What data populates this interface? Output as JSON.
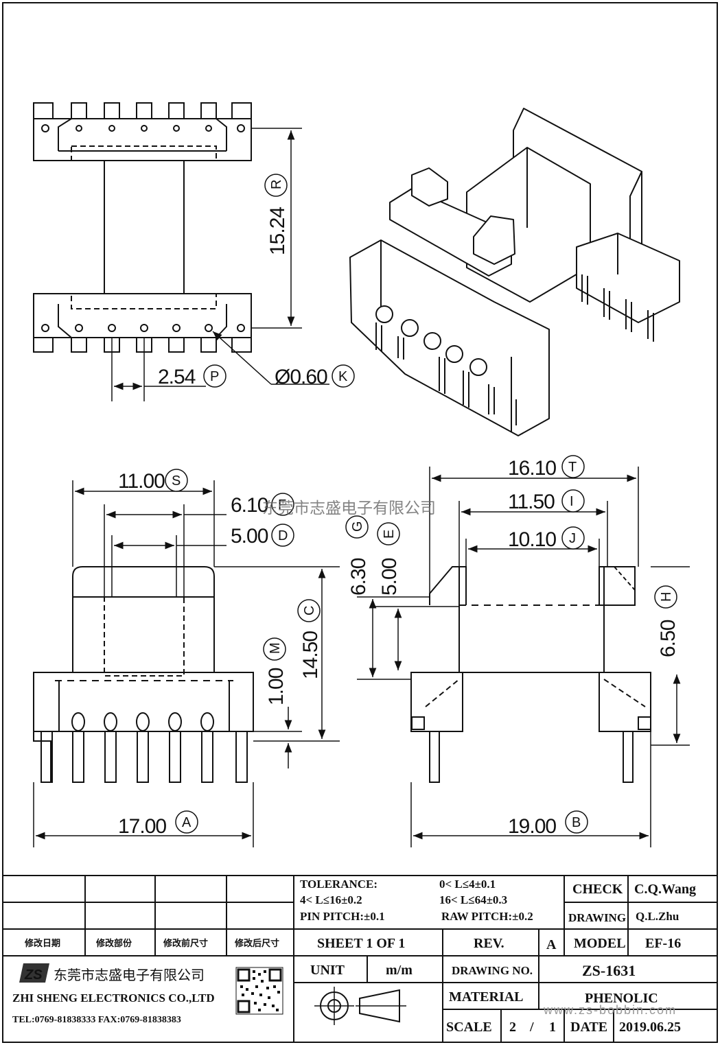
{
  "dimensions": {
    "R": {
      "value": "15.24",
      "letter": "R"
    },
    "P": {
      "value": "2.54",
      "letter": "P"
    },
    "K": {
      "value": "Ø0.60",
      "letter": "K"
    },
    "S": {
      "value": "11.00",
      "letter": "S"
    },
    "F": {
      "value": "6.10",
      "letter": "F"
    },
    "D": {
      "value": "5.00",
      "letter": "D"
    },
    "C": {
      "value": "14.50",
      "letter": "C"
    },
    "M": {
      "value": "1.00",
      "letter": "M"
    },
    "A": {
      "value": "17.00",
      "letter": "A"
    },
    "T": {
      "value": "16.10",
      "letter": "T"
    },
    "I": {
      "value": "11.50",
      "letter": "I"
    },
    "J": {
      "value": "10.10",
      "letter": "J"
    },
    "G": {
      "value": "6.30",
      "letter": "G"
    },
    "E": {
      "value": "5.00",
      "letter": "E"
    },
    "H": {
      "value": "6.50",
      "letter": "H"
    },
    "B": {
      "value": "19.00",
      "letter": "B"
    }
  },
  "watermark": {
    "company_cn": "东莞市志盛电子有限公司",
    "url": "www.zs-bobbin.com"
  },
  "title_block": {
    "tolerance": {
      "heading": "TOLERANCE:",
      "rule1": "0< L≤4±0.1",
      "rule2": "4< L≤16±0.2",
      "rule3": "16< L≤64±0.3",
      "pin_pitch": "PIN PITCH:±0.1",
      "raw_pitch": "RAW PITCH:±0.2"
    },
    "revision_headers": [
      "修改日期",
      "修改部份",
      "修改前尺寸",
      "修改后尺寸"
    ],
    "check_label": "CHECK",
    "check_value": "C.Q.Wang",
    "drawing_label": "DRAWING",
    "drawing_value": "Q.L.Zhu",
    "sheet": "SHEET 1 OF 1",
    "rev_label": "REV.",
    "rev_value": "A",
    "model_label": "MODEL",
    "model_value": "EF-16",
    "unit_label": "UNIT",
    "unit_value": "m/m",
    "drawing_no_label": "DRAWING NO.",
    "drawing_no_value": "ZS-1631",
    "material_label": "MATERIAL",
    "material_value": "PHENOLIC",
    "scale_label": "SCALE",
    "scale_num": "2",
    "scale_sep": "/",
    "scale_den": "1",
    "date_label": "DATE",
    "date_value": "2019.06.25",
    "company": {
      "logo": "ZS",
      "name_cn": "东莞市志盛电子有限公司",
      "name_en": "ZHI SHENG ELECTRONICS CO.,LTD",
      "contact": "TEL:0769-81838333 FAX:0769-81838383"
    }
  }
}
